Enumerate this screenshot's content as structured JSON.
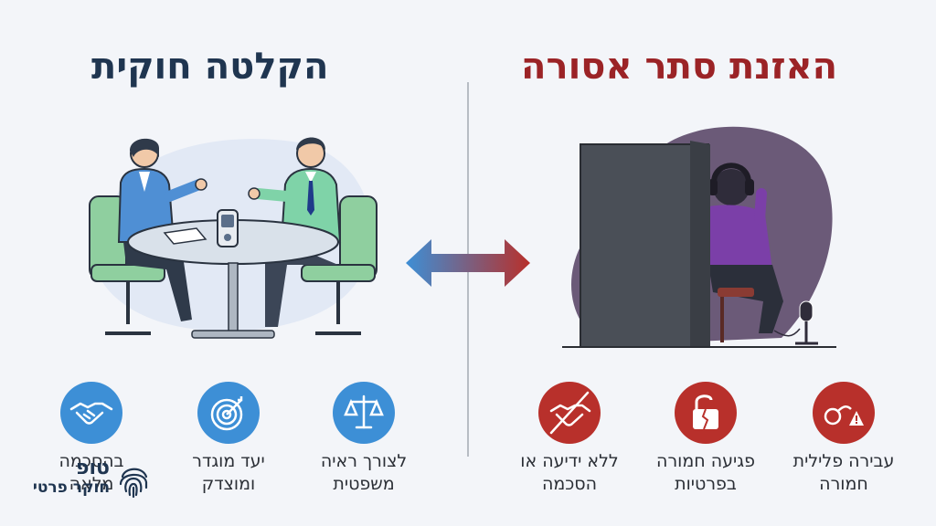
{
  "left": {
    "title": "הקלטה חוקית",
    "features": [
      {
        "line1": "לצורך ראיה",
        "line2": "משפטית",
        "icon": "scales-icon"
      },
      {
        "line1": "יעד מוגדר",
        "line2": "ומוצדק",
        "icon": "target-icon"
      },
      {
        "line1": "בהסכמה",
        "line2": "מלאה",
        "icon": "handshake-icon"
      }
    ]
  },
  "right": {
    "title": "האזנת סתר אסורה",
    "features": [
      {
        "line1": "עבירה פלילית",
        "line2": "חמורה",
        "icon": "handcuffs-warning-icon"
      },
      {
        "line1": "פגיעה חמורה",
        "line2": "בפרטיות",
        "icon": "broken-lock-icon"
      },
      {
        "line1": "ללא ידיעה או",
        "line2": "הסכמה",
        "icon": "no-handshake-icon"
      }
    ]
  },
  "brand": {
    "line1": "טופ",
    "line2": "חוקר פרטי",
    "icon": "fingerprint-icon"
  },
  "colors": {
    "legal_blue": "#3d8fd6",
    "illegal_red": "#b8302b",
    "title_dark": "#1f3550",
    "title_red": "#9b2326"
  }
}
